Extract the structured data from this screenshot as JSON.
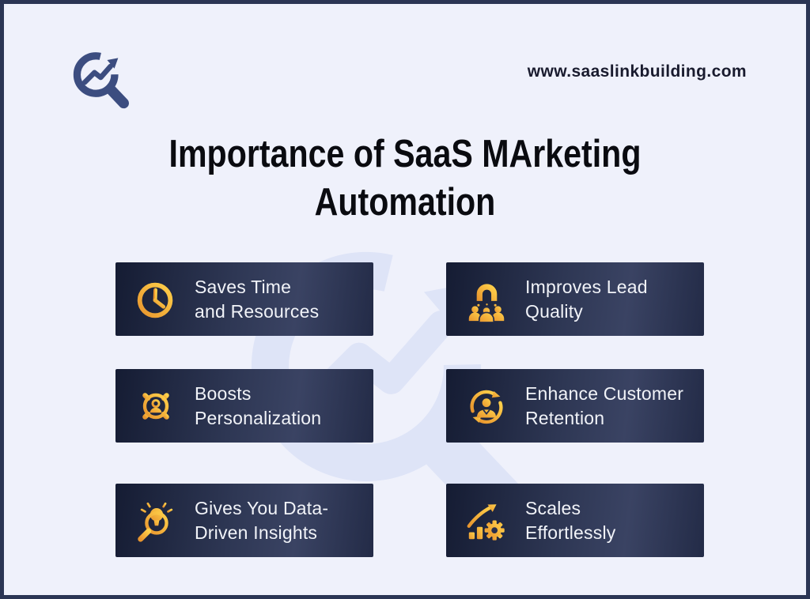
{
  "header": {
    "website": "www.saaslinkbuilding.com",
    "title_line1": "Importance of SaaS MArketing",
    "title_line2": "Automation"
  },
  "cards": [
    {
      "icon": "clock-icon",
      "line1": "Saves Time",
      "line2": "and Resources"
    },
    {
      "icon": "magnet-leads-icon",
      "line1": "Improves Lead",
      "line2": "Quality"
    },
    {
      "icon": "gear-person-icon",
      "line1": "Boosts",
      "line2": "Personalization"
    },
    {
      "icon": "customer-retention-icon",
      "line1": "Enhance Customer",
      "line2": "Retention"
    },
    {
      "icon": "insight-magnifier-icon",
      "line1": "Gives You Data-",
      "line2": "Driven Insights"
    },
    {
      "icon": "growth-gear-icon",
      "line1": "Scales",
      "line2": "Effortlessly"
    }
  ],
  "colors": {
    "background": "#EFF1FB",
    "frame": "#2B3554",
    "card_bg_dark": "#151C33",
    "card_bg_light": "#3A4363",
    "card_text": "#F1F3F8",
    "gold_dark": "#E8952E",
    "gold_light": "#FFD04A",
    "logo_navy": "#3C4D80",
    "watermark": "#DCE2F7",
    "title": "#0A0B10",
    "url_text": "#191B2E"
  }
}
